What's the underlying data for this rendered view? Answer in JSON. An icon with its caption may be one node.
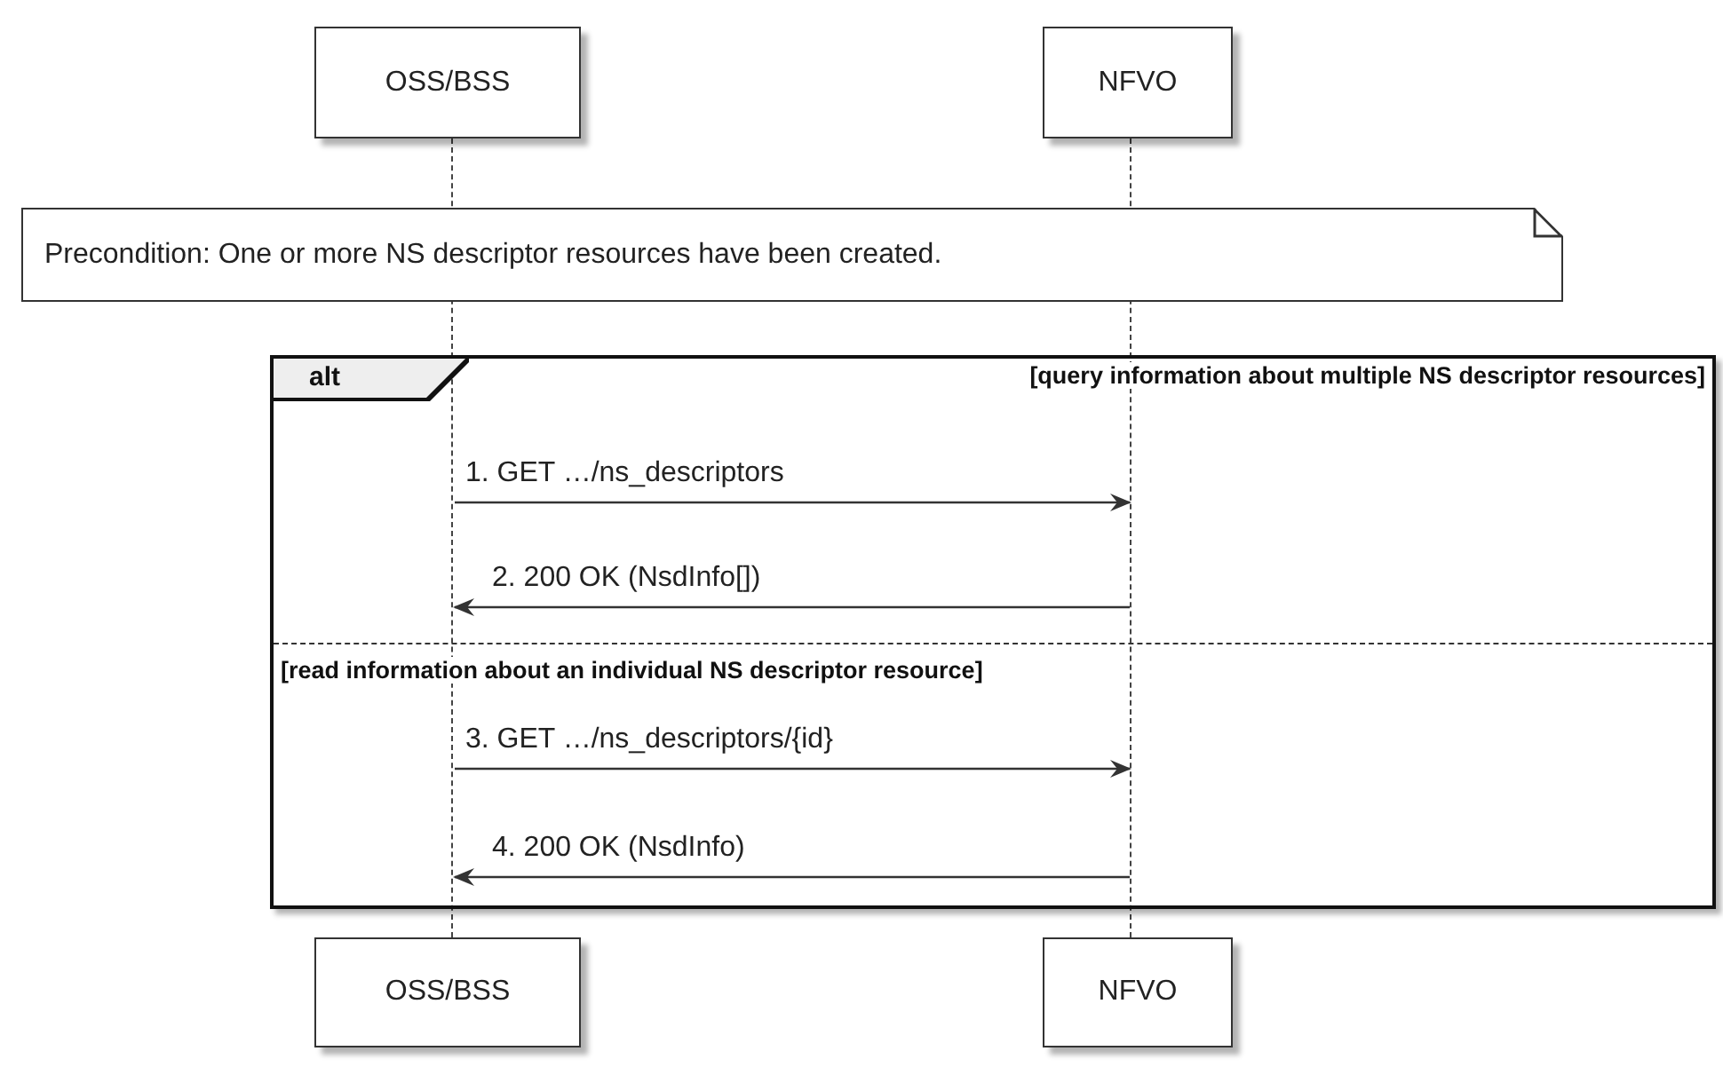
{
  "diagram": {
    "nodes": [
      {
        "text": [
          "OSS/BSS"
        ]
      },
      {
        "text": [
          "NFVO"
        ]
      },
      {
        "text": [],
        "shape": "line"
      },
      {
        "text": [],
        "shape": "line"
      },
      {
        "text": [
          "Precondition: One or more NS descriptor resources have been created."
        ]
      },
      {
        "text": [
          "OSS/BSS"
        ]
      },
      {
        "text": [
          "NFVO"
        ]
      }
    ],
    "labels": [
      "alt",
      "[query information about multiple NS descriptor resources]",
      "[read information about an individual NS descriptor resource]"
    ],
    "edges": [
      {
        "from": 2,
        "to": 3,
        "arrow": "to",
        "label": "1. GET …/ns_descriptors"
      },
      {
        "from": 3,
        "to": 2,
        "arrow": "to",
        "label": "2. 200 OK (NsdInfo[])"
      },
      {
        "from": 2,
        "to": 3,
        "arrow": "to",
        "label": "3. GET …/ns_descriptors/{id}"
      },
      {
        "from": 3,
        "to": 2,
        "arrow": "to",
        "label": "4. 200 OK (NsdInfo)"
      }
    ]
  }
}
